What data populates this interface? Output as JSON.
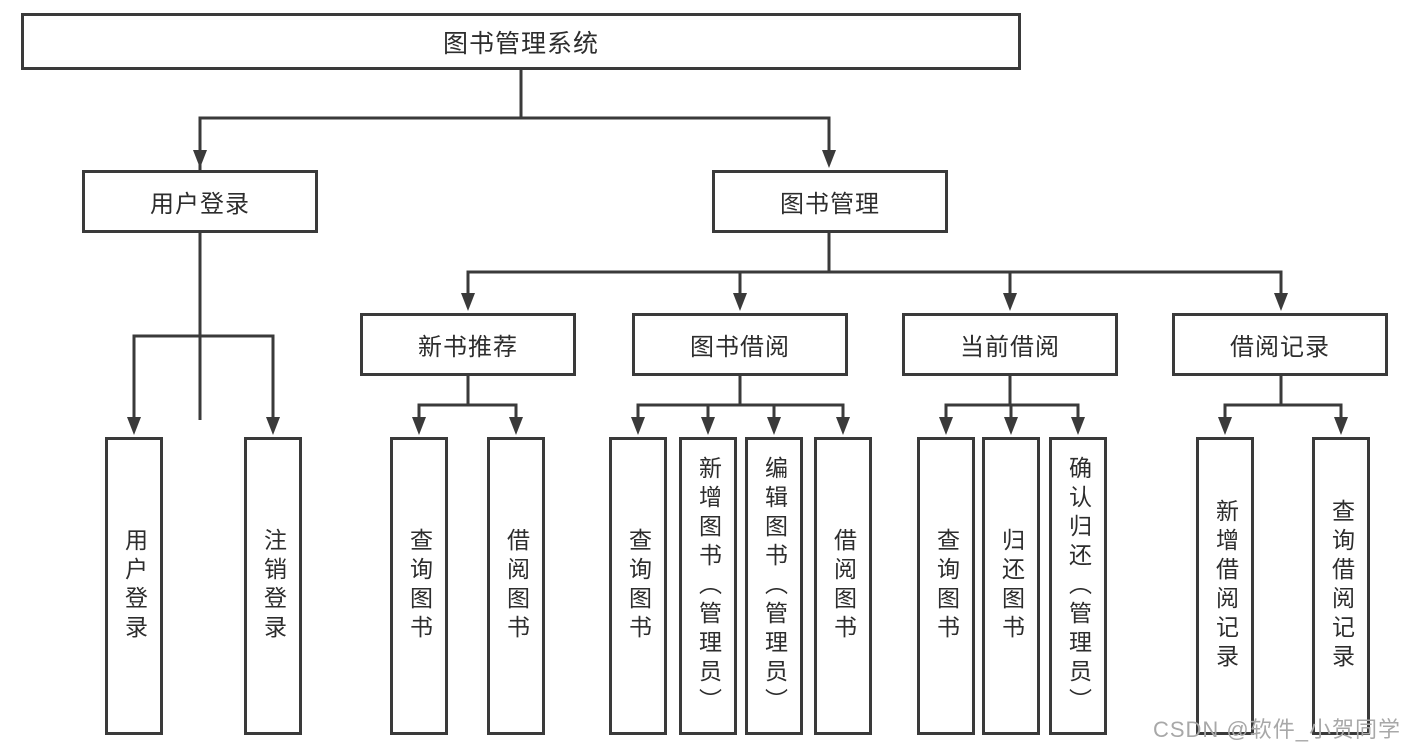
{
  "diagram": {
    "root": {
      "label": "图书管理系统"
    },
    "branches": [
      {
        "label": "用户登录",
        "children": [
          {
            "label": "用户登录"
          },
          {
            "label": "注销登录"
          }
        ]
      },
      {
        "label": "图书管理",
        "groups": [
          {
            "label": "新书推荐",
            "children": [
              {
                "label": "查询图书"
              },
              {
                "label": "借阅图书"
              }
            ]
          },
          {
            "label": "图书借阅",
            "children": [
              {
                "label": "查询图书"
              },
              {
                "label": "新增图书（管理员）"
              },
              {
                "label": "编辑图书（管理员）"
              },
              {
                "label": "借阅图书"
              }
            ]
          },
          {
            "label": "当前借阅",
            "children": [
              {
                "label": "查询图书"
              },
              {
                "label": "归还图书"
              },
              {
                "label": "确认归还（管理员）"
              }
            ]
          },
          {
            "label": "借阅记录",
            "children": [
              {
                "label": "新增借阅记录"
              },
              {
                "label": "查询借阅记录"
              }
            ]
          }
        ]
      }
    ]
  },
  "watermark": {
    "text": "CSDN @软件_小贺同学"
  },
  "colors": {
    "line": "#3a3a3a",
    "text": "#2d2d2d",
    "watermark": "#a8a8a8",
    "background": "#ffffff"
  }
}
